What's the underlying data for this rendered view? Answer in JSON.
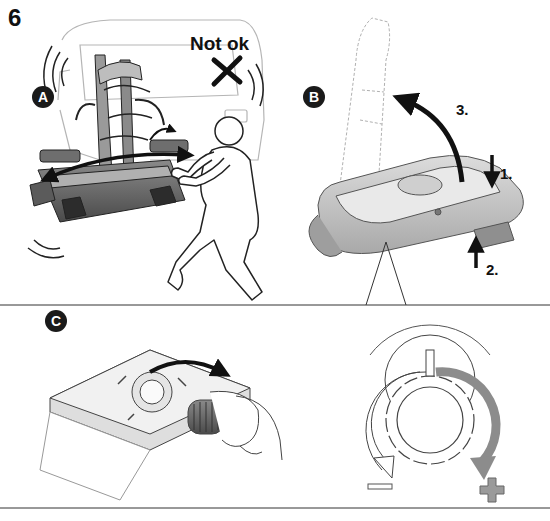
{
  "diagram": {
    "nodes": [
      {
        "text": [
          "A"
        ]
      },
      {
        "text": [
          "B"
        ]
      },
      {
        "text": [
          "C"
        ]
      }
    ],
    "labels": [
      "6",
      "Not ok",
      "1.",
      "2.",
      "3."
    ]
  }
}
